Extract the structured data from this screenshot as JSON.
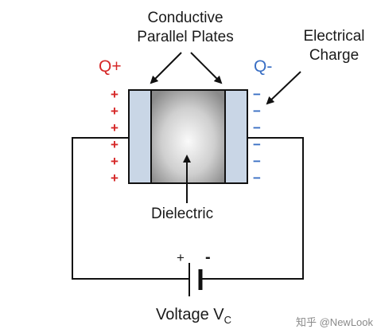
{
  "labels": {
    "plates_line1": "Conductive",
    "plates_line2": "Parallel Plates",
    "charge_line1": "Electrical",
    "charge_line2": "Charge",
    "q_plus": "Q+",
    "q_minus": "Q-",
    "dielectric": "Dielectric",
    "voltage": "Voltage V",
    "voltage_sub": "C",
    "battery_plus": "+",
    "battery_minus": "-"
  },
  "charges": {
    "positive": [
      "+",
      "+",
      "+",
      "+",
      "+",
      "+"
    ],
    "negative": [
      "−",
      "−",
      "−",
      "−",
      "−",
      "−"
    ]
  },
  "watermark": "知乎 @NewLook",
  "colors": {
    "positive": "#d62828",
    "negative": "#3a6fc4",
    "plate_fill": "#c9d6e6",
    "line": "#111111",
    "text": "#1a1a1a"
  }
}
